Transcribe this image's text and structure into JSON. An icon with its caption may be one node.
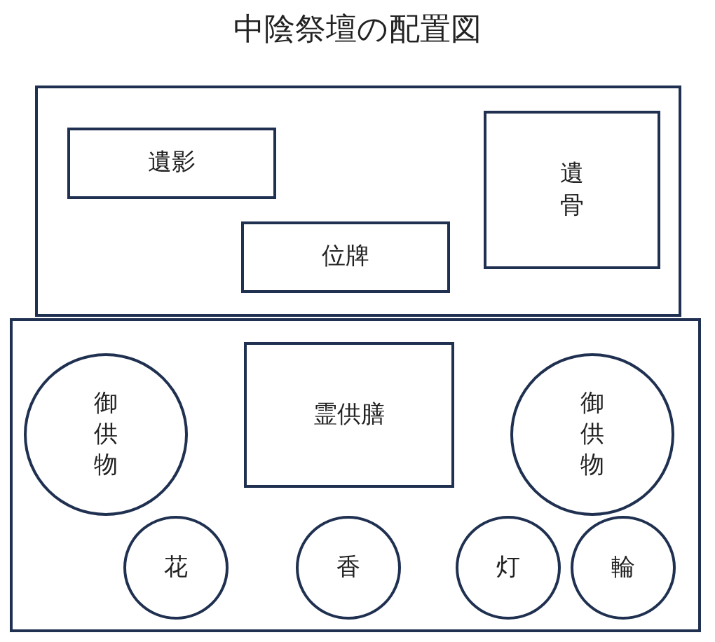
{
  "diagram": {
    "title": "中陰祭壇の配置図",
    "nodes": [
      {
        "text": [],
        "shape": "box"
      },
      {
        "text": [
          "遺影"
        ],
        "in": 0
      },
      {
        "text": [
          "位牌"
        ],
        "in": 0
      },
      {
        "text": [
          "遺骨"
        ],
        "in": 0
      },
      {
        "text": [],
        "shape": "box"
      },
      {
        "text": [
          "御供物"
        ],
        "in": 4
      },
      {
        "text": [
          "霊供膳"
        ],
        "in": 4
      },
      {
        "text": [
          "御供物"
        ],
        "in": 4
      },
      {
        "text": [
          "花"
        ],
        "in": 4
      },
      {
        "text": [
          "香"
        ],
        "in": 4
      },
      {
        "text": [
          "灯"
        ],
        "in": 4
      },
      {
        "text": [
          "輪"
        ],
        "in": 4
      }
    ]
  }
}
